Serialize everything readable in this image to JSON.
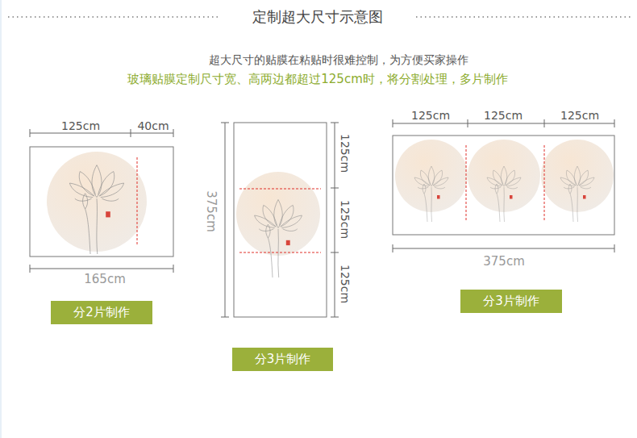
{
  "diagram": {
    "title": "定制超大尺寸示意图",
    "nodes": [
      {
        "text": [
          "分2片制作"
        ]
      },
      {
        "text": [
          "分3片制作"
        ]
      },
      {
        "text": [
          "分3片制作"
        ]
      }
    ],
    "labels": [
      "超大尺寸的贴膜在粘贴时很难控制，为方便买家操作",
      "玻璃贴膜定制尺寸宽、高两边都超过125cm时，将分割处理，多片制作",
      "125cm",
      "40cm",
      "165cm",
      "375cm",
      "125cm",
      "125cm",
      "125cm",
      "125cm",
      "125cm",
      "125cm",
      "375cm"
    ]
  }
}
